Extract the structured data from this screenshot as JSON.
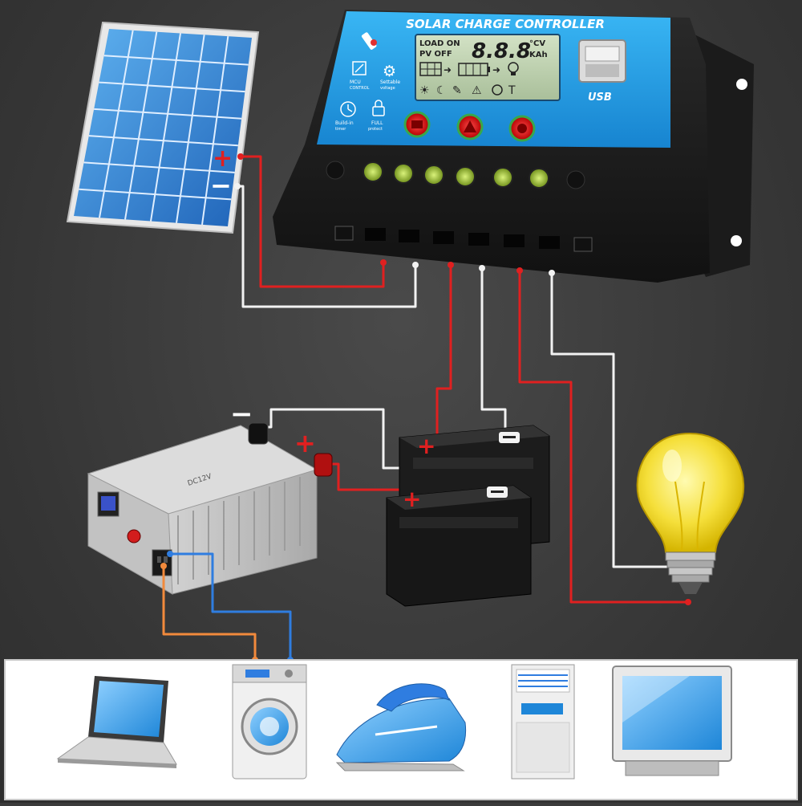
{
  "controller": {
    "title": "SOLAR CHARGE CONTROLLER",
    "lcd_load_on": "LOAD ON",
    "lcd_pv_off": "PV OFF",
    "lcd_digits": "8.8.8",
    "lcd_unit_cv": "°CV",
    "lcd_unit_kah": "KAh",
    "feature_mcu": "MCU",
    "feature_mcu_sub": "CONTROL",
    "feature_sensor": "Settable",
    "feature_sensor_sub": "voltage",
    "feature_timer": "Build-in",
    "feature_timer_sub": "timer",
    "feature_protect": "FULL",
    "feature_protect_sub": "protect",
    "usb_label": "USB"
  },
  "terminals": {
    "plus": "+",
    "minus": "−"
  },
  "inverter": {
    "label": "DC12V"
  },
  "colors": {
    "positive_wire": "#e02020",
    "negative_wire": "#f2f2f2",
    "ac_wire_live": "#f28a3c",
    "ac_wire_neutral": "#2f7de0",
    "controller_blue": "#1fa2e8",
    "panel_blue": "#2a7fd0"
  },
  "appliances": [
    "laptop-icon",
    "washing-machine-icon",
    "iron-icon",
    "air-conditioner-icon",
    "tv-monitor-icon"
  ]
}
